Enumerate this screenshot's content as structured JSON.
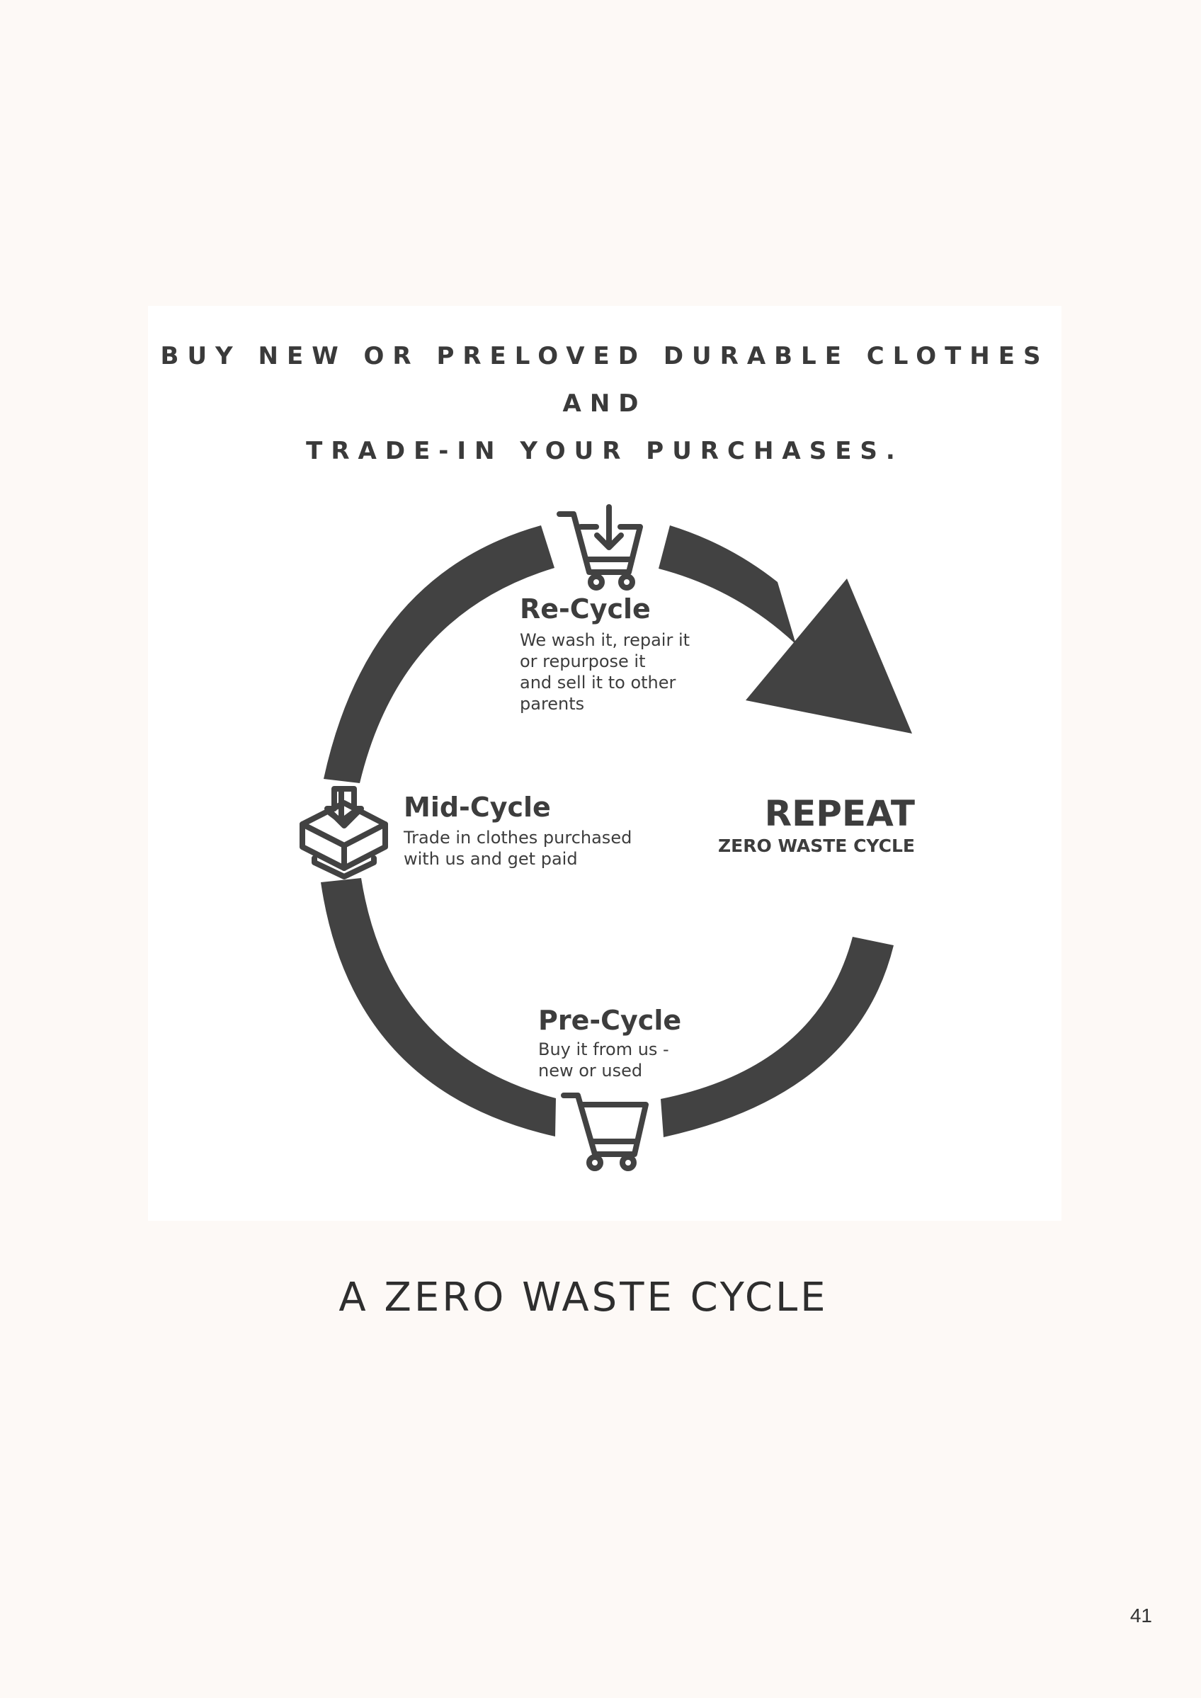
{
  "headline": {
    "line1": "BUY NEW OR PRELOVED DURABLE CLOTHES AND",
    "line2": "TRADE-IN YOUR PURCHASES."
  },
  "diagram": {
    "stages": [
      {
        "title": "Re-Cycle",
        "description": [
          "We wash it, repair it",
          "or repurpose it",
          "and sell it to other",
          "parents"
        ],
        "icon": "cart-download-icon"
      },
      {
        "title": "Mid-Cycle",
        "description": [
          "Trade in clothes purchased",
          "with us and get paid"
        ],
        "icon": "box-download-icon"
      },
      {
        "title": "Pre-Cycle",
        "description": [
          "Buy it from us -",
          "new or used"
        ],
        "icon": "cart-icon"
      }
    ],
    "center": {
      "title": "REPEAT",
      "subtitle": "ZERO WASTE CYCLE"
    },
    "colors": {
      "ring": "#424242",
      "text": "#3d3d3d",
      "panel": "#ffffff",
      "page": "#fdf9f6"
    }
  },
  "caption": "A ZERO WASTE CYCLE",
  "page_number": "41"
}
